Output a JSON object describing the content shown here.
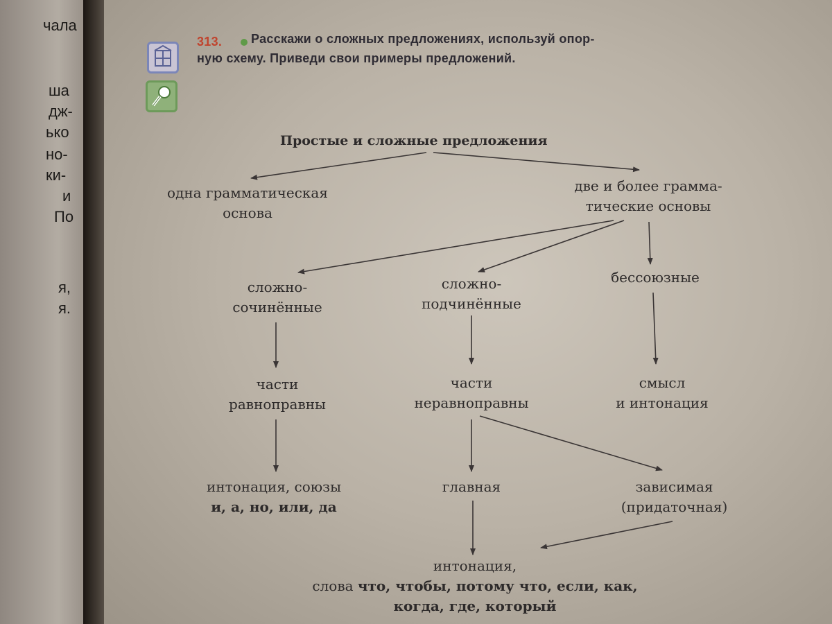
{
  "left_page": {
    "fragments": [
      "чала",
      "ша",
      "дж-",
      "ько",
      "но-",
      "ки-",
      "и",
      "По",
      "я,",
      "я."
    ]
  },
  "task": {
    "number": "313.",
    "line1": "Расскажи о сложных предложениях, используй опор-",
    "line2": "ную схему. Приведи свои примеры предложений."
  },
  "icons": {
    "book": "book-icon",
    "microphone": "microphone-icon"
  },
  "diagram": {
    "root": "Простые и сложные предложения",
    "simple": {
      "line1": "одна грамматическая",
      "line2": "основа"
    },
    "complex": {
      "line1": "две и более грамма-",
      "line2": "тические основы"
    },
    "compound": {
      "line1": "сложно-",
      "line2": "сочинённые"
    },
    "complex_sub": {
      "line1": "сложно-",
      "line2": "подчинённые"
    },
    "asyndetic": "бессоюзные",
    "equal_parts": {
      "line1": "части",
      "line2": "равноправны"
    },
    "unequal_parts": {
      "line1": "части",
      "line2": "неравноправны"
    },
    "meaning": {
      "line1": "смысл",
      "line2": "и интонация"
    },
    "conj_means": {
      "line1": "интонация, союзы",
      "line2": "и, а, но, или, да"
    },
    "main_clause": "главная",
    "dependent": {
      "line1": "зависимая",
      "line2": "(придаточная)"
    },
    "sub_means": {
      "line1": "интонация,",
      "line2_plain": "слова ",
      "line2_bold": "что, чтобы, потому что, если, как,",
      "line3": "когда, где, который"
    }
  },
  "colors": {
    "page": "#bab2a6",
    "text": "#2d2a2a",
    "task_number": "#c0442e",
    "dot": "#5f9a48",
    "book_icon": "#7b86b8",
    "mic_icon": "#8fb17a"
  }
}
